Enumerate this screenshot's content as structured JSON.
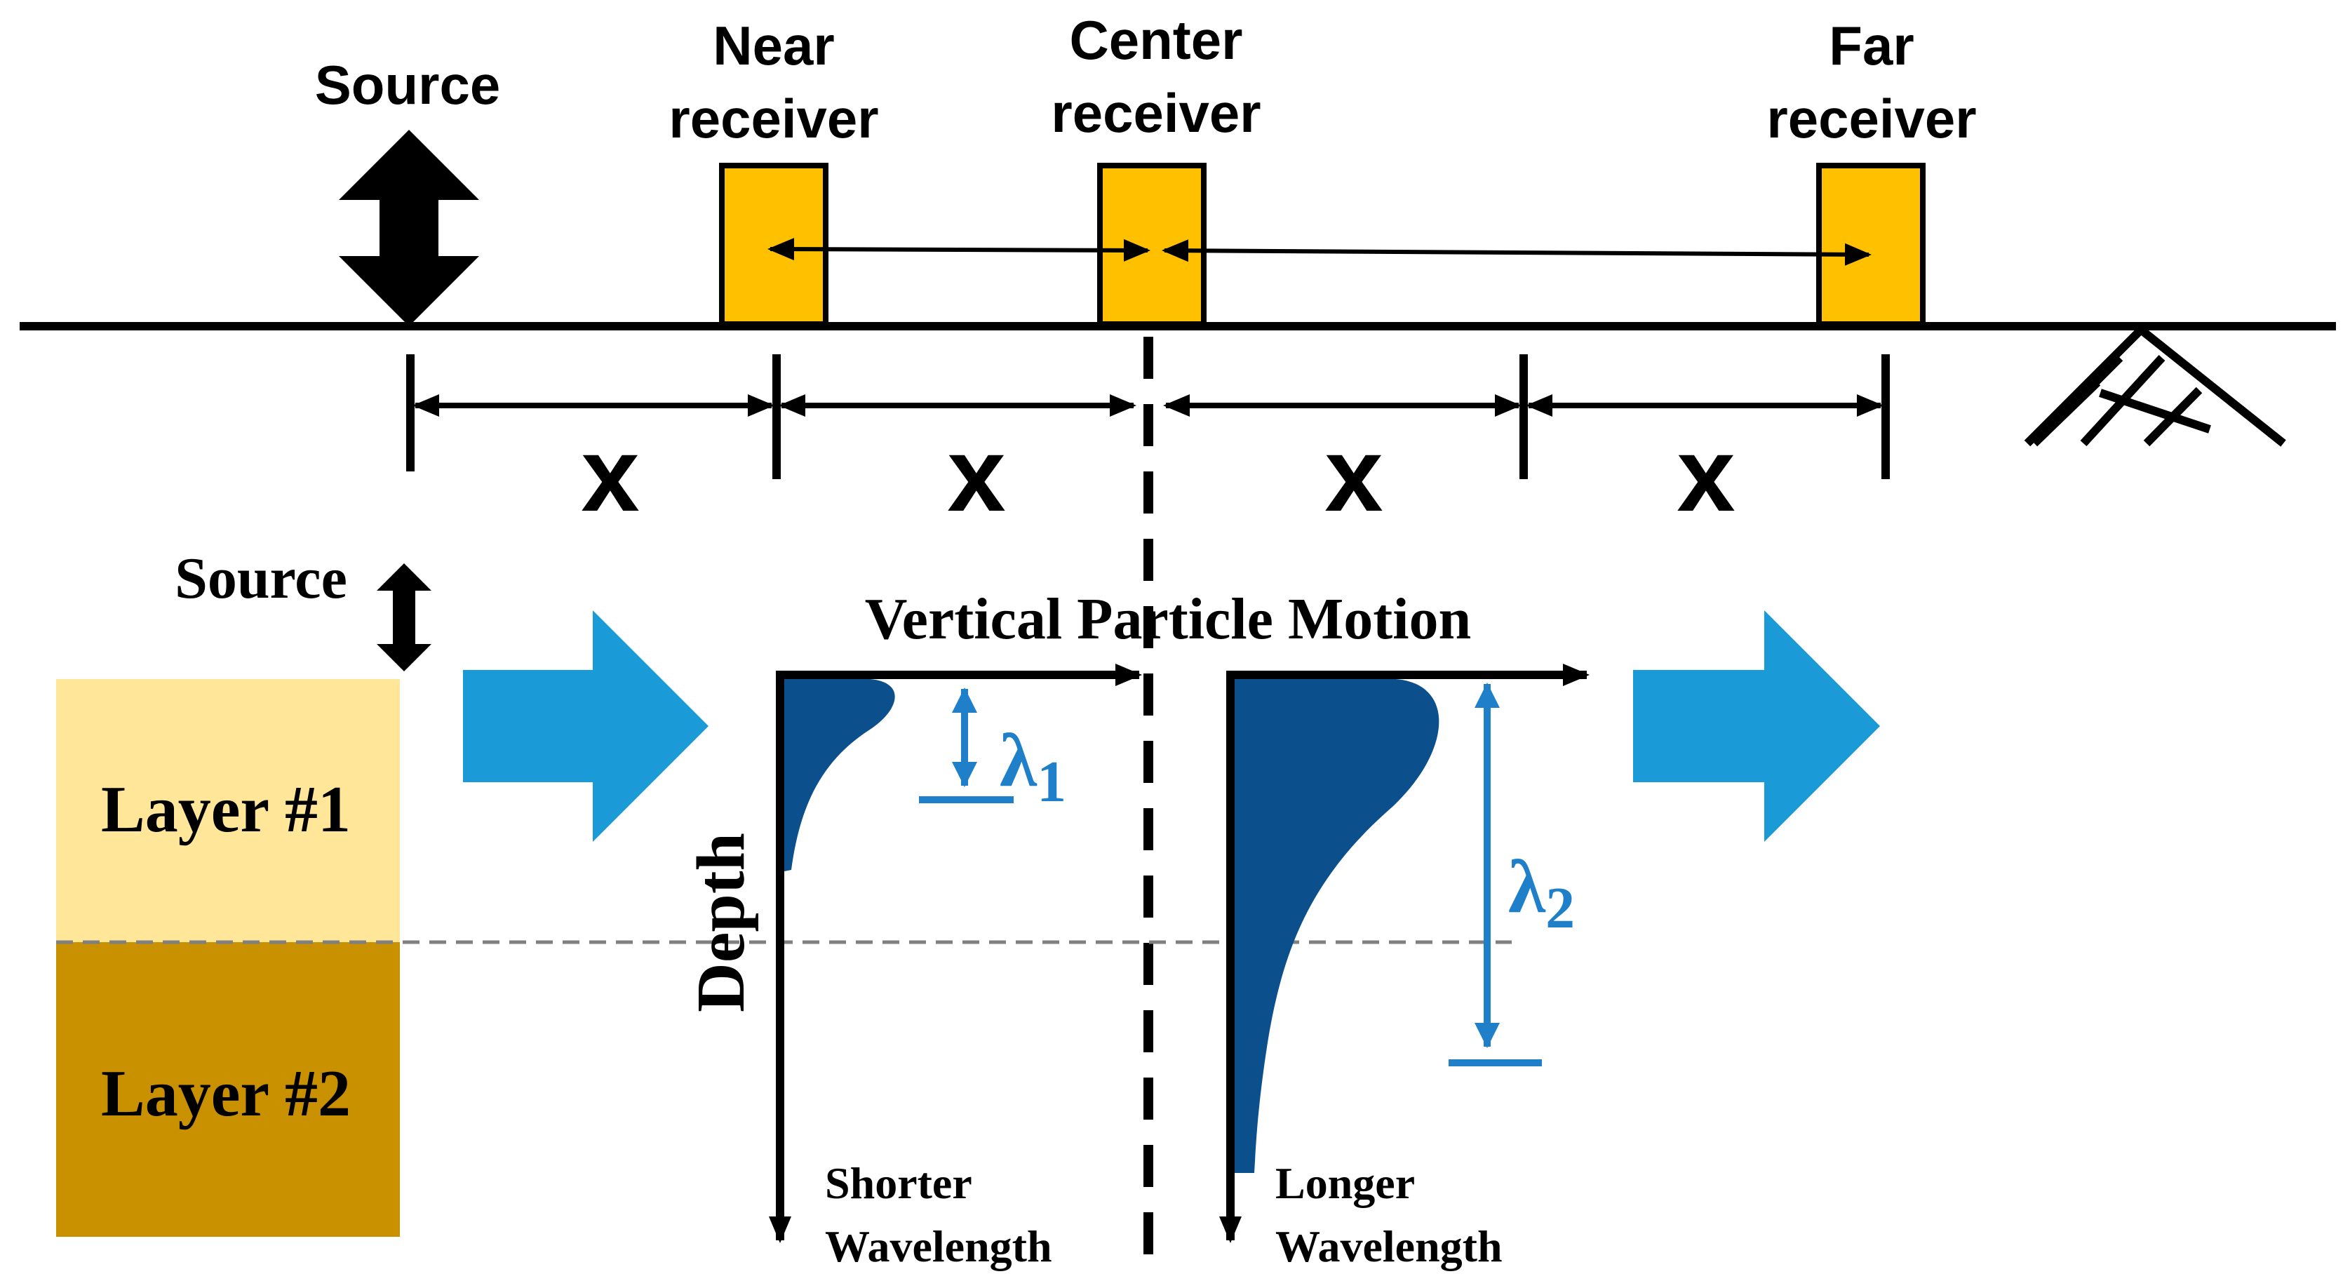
{
  "colors": {
    "line": "#000000",
    "receiver_fill": "#FFC000",
    "layer1_fill": "#FFE699",
    "layer2_fill": "#C99100",
    "propagation_arrow": "#1A9BD7",
    "motion_fill": "#0B4F8C",
    "wavelength_accent": "#1F7FC8",
    "interface_dash": "#808080"
  },
  "top_panel": {
    "source_label": "Source",
    "near_receiver_label_line1": "Near",
    "near_receiver_label_line2": "receiver",
    "center_receiver_label_line1": "Center",
    "center_receiver_label_line2": "receiver",
    "far_receiver_label_line1": "Far",
    "far_receiver_label_line2": "receiver",
    "spacing_labels": [
      "x",
      "x",
      "x",
      "x"
    ]
  },
  "bottom_panel": {
    "source_label": "Source",
    "title": "Vertical Particle Motion",
    "layer1_label": "Layer #1",
    "layer2_label": "Layer #2",
    "depth_label": "Depth",
    "lambda1_symbol": "λ",
    "lambda1_subscript": "1",
    "lambda2_symbol": "λ",
    "lambda2_subscript": "2",
    "short_caption_line1": "Shorter",
    "short_caption_line2": "Wavelength",
    "long_caption_line1": "Longer",
    "long_caption_line2": "Wavelength"
  }
}
